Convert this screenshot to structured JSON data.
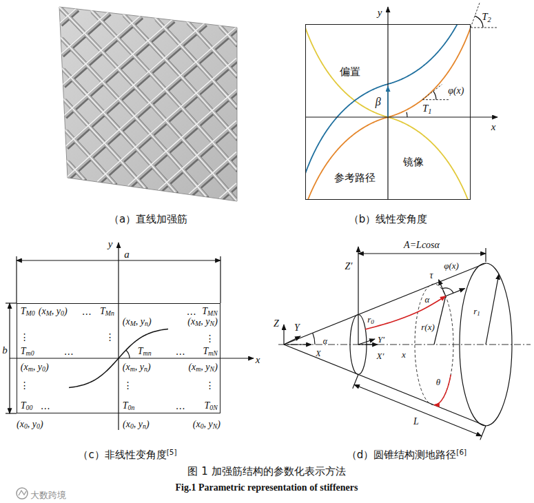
{
  "diagram": {
    "caption": "图 1 加强筋结构的参数化表示方法",
    "nodes": [
      {
        "text": [
          "偏置",
          "镜像",
          "参考路径",
          "β",
          "T1",
          "φ(x)"
        ]
      },
      {
        "text": [
          "TM0",
          "(xM, y0)",
          "…",
          "TMn",
          "(xM, yn)",
          "…",
          "TMN",
          "(xM, yN)",
          "⋮",
          "⋮",
          "⋮",
          "Tm0",
          "…",
          "Tmn",
          "…",
          "TmN",
          "(xm, y0)",
          "(xm, yn)",
          "(xm, yN)",
          "⋮",
          "⋮",
          "⋮",
          "T00",
          "…",
          "T0n",
          "…",
          "T0N"
        ]
      }
    ],
    "labels": [
      "（a）直线加强筋",
      "y",
      "T2",
      "x",
      "（b）线性变角度",
      "y",
      "a",
      "b",
      "x",
      "(x0, y0)",
      "(x0, yn)",
      "(x0, yN)",
      "（c）非线性变角度[5]",
      "A=Lcosα",
      "Z′",
      "Z",
      "Y",
      "α",
      "X",
      "x",
      "r0",
      "Y′",
      "X′",
      "τ",
      "φ(x)",
      "α",
      "r(x)",
      "r1",
      "θ",
      "L",
      "（d）圆锥结构测地路径[6]",
      "Fig.1 Parametric representation of stiffeners",
      "大数跨境"
    ]
  }
}
